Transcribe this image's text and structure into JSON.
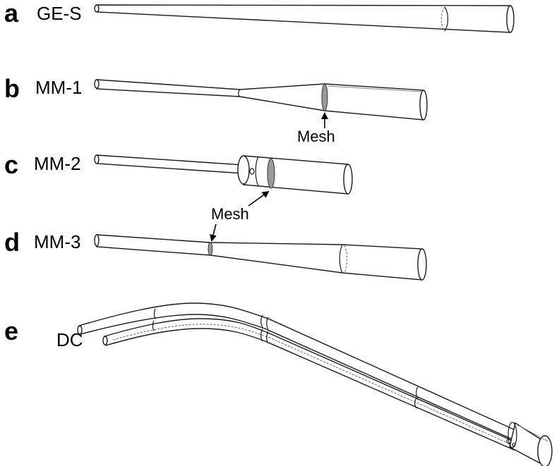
{
  "panels": [
    {
      "letter": "a",
      "name": "GE-S"
    },
    {
      "letter": "b",
      "name": "MM-1"
    },
    {
      "letter": "c",
      "name": "MM-2"
    },
    {
      "letter": "d",
      "name": "MM-3"
    },
    {
      "letter": "e",
      "name": "DC"
    }
  ],
  "callouts": {
    "mesh_b": "Mesh",
    "mesh_c": "Mesh"
  },
  "colors": {
    "ink": "#1a1a1a",
    "mesh_fill": "#9a9a9a",
    "background": "#ffffff"
  }
}
